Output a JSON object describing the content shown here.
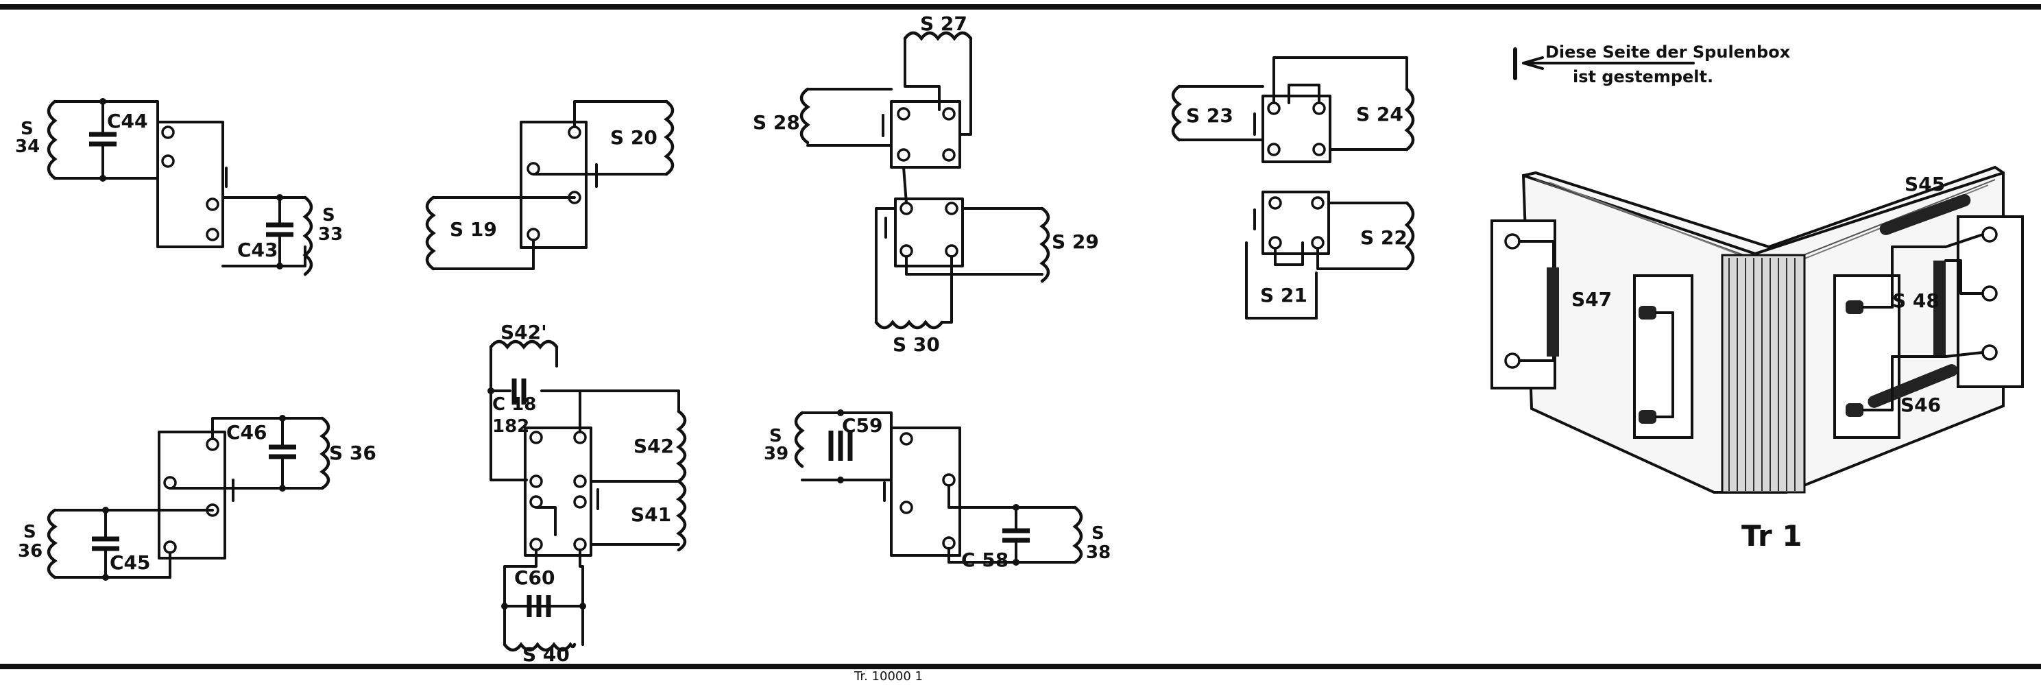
{
  "labels": {
    "s34": "S\n34",
    "c44": "C44",
    "s33": "S\n33",
    "c43": "C43",
    "s20": "S 20",
    "s19": "S 19",
    "s27": "S 27",
    "s28": "S 28",
    "s29": "S 29",
    "s30": "S 30",
    "s23": "S 23",
    "s24": "S 24",
    "s22": "S 22",
    "s21": "S 21",
    "c45": "C45",
    "s36": "S 36",
    "s35": "S\n36",
    "c46": "C46",
    "s42p": "S42'",
    "c18": "C 18",
    "n182": "182",
    "s42": "S42",
    "s41": "S41",
    "c60": "C60",
    "s40": "S 40",
    "c59": "C59",
    "s39": "S\n39",
    "c58": "C 58",
    "s38": "S\n38",
    "s45": "S45",
    "s47": "S47",
    "s48": "S 48",
    "s46": "S46",
    "transformer": "Tr 1"
  },
  "note": {
    "line1": "Diese  Seite  der  Spulenbox",
    "line2": "ist  gestempelt."
  },
  "footer": "Tr. 10000              1"
}
